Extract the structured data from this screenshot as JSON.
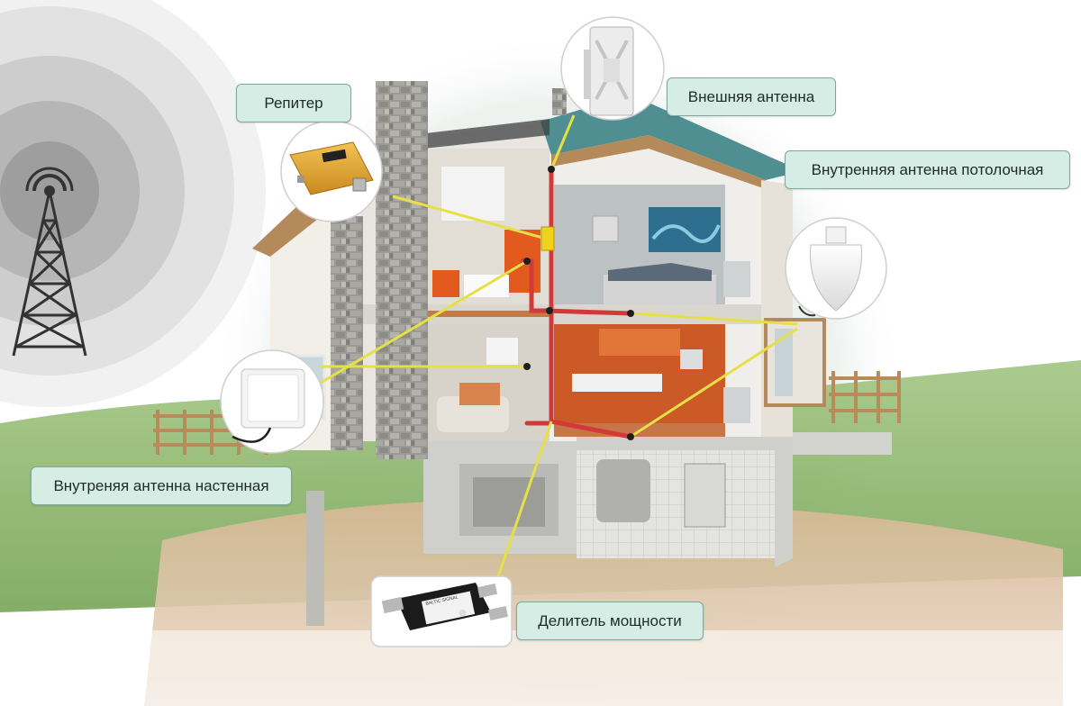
{
  "labels": {
    "repeater": "Репитер",
    "external_antenna": "Внешняя антенна",
    "ceiling_antenna": "Внутренняя антенна потолочная",
    "wall_antenna": "Внутреняя антенна настенная",
    "power_splitter": "Делитель мощности"
  },
  "device_text": {
    "splitter_brand": "BALTIC SIGNAL"
  },
  "colors": {
    "label_background": "#d6ede6",
    "label_border": "#7fa89c",
    "callout_line": "#e6e047",
    "cable": "#d23a3a",
    "roof": "#4f8f91",
    "repeater_body": "#e0a32e",
    "grass": "#7fae5a",
    "ground": "#c9a483"
  },
  "icons": [
    "cell-tower-icon",
    "signal-wave-icon"
  ]
}
